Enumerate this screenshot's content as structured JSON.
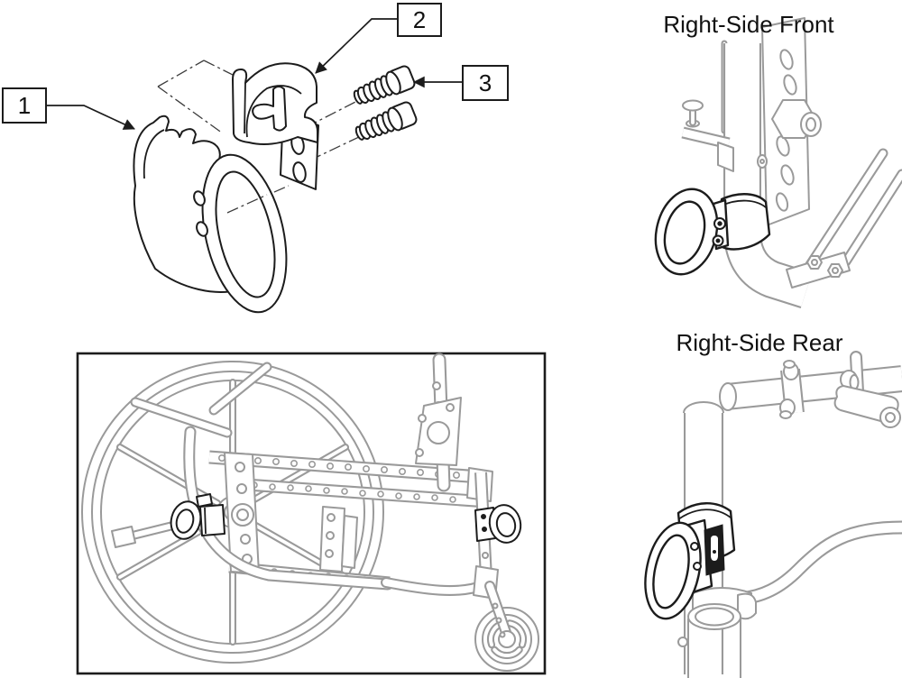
{
  "diagram": {
    "callouts": [
      {
        "number": "1"
      },
      {
        "number": "2"
      },
      {
        "number": "3"
      }
    ],
    "labels": {
      "front_view": "Right-Side Front",
      "rear_view": "Right-Side Rear"
    },
    "colors": {
      "line": "#1c1c1c",
      "frame_gray": "#9a9a9a",
      "background": "#ffffff"
    }
  }
}
